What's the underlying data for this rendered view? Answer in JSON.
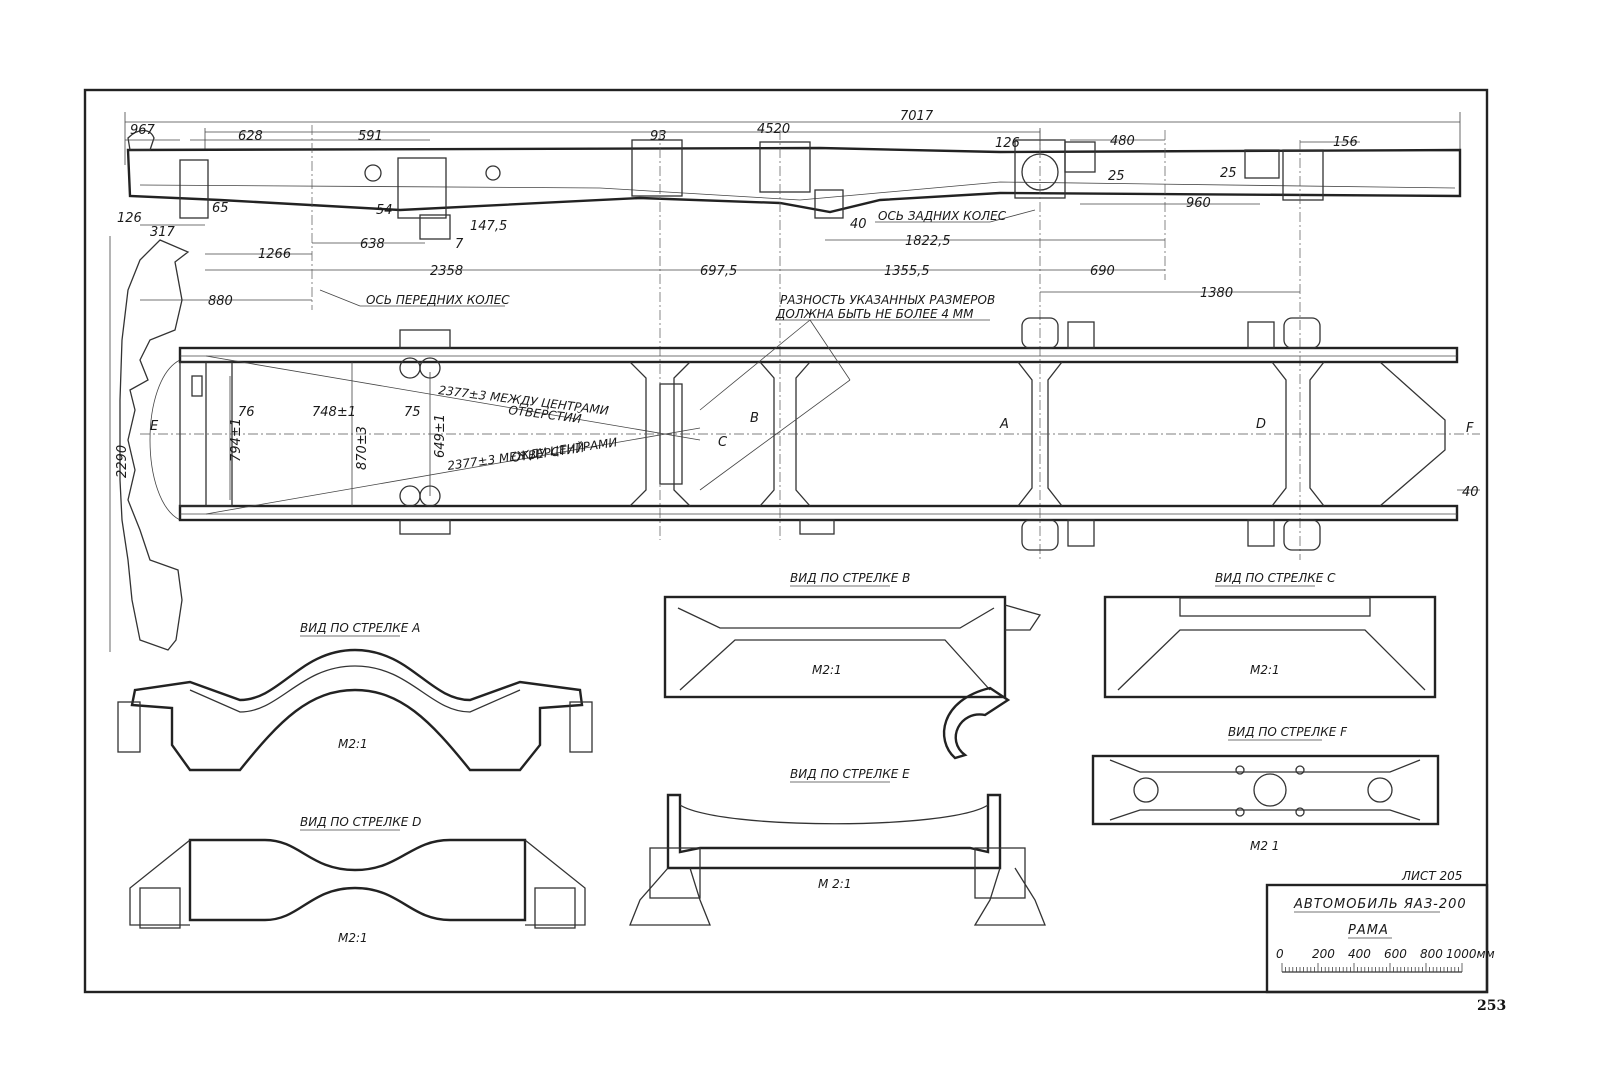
{
  "top_view": {
    "dims": [
      "7017",
      "967",
      "628",
      "591",
      "93",
      "4520",
      "126",
      "480",
      "156",
      "25",
      "25",
      "960",
      "126",
      "65",
      "54",
      "147,5",
      "317",
      "638",
      "7",
      "40",
      "1822,5",
      "1266",
      "2358",
      "697,5",
      "1355,5",
      "690",
      "880",
      "1380"
    ],
    "front_axle": "ОСЬ ПЕРЕДНИХ КОЛЕС",
    "rear_axle": "ОСЬ ЗАДНИХ КОЛЕС"
  },
  "plan_view": {
    "note_line1": "РАЗНОСТЬ УКАЗАННЫХ РАЗМЕРОВ",
    "note_line2": "ДОЛЖНА БЫТЬ НЕ БОЛЕЕ   4 ММ",
    "diag1": "2377±3  МЕЖДУ ЦЕНТРАМИ",
    "diag1b": "ОТВЕРСТИЙ",
    "diag2": "2377±3  МЕЖДУ ЦЕНТРАМИ",
    "diag2b": "ОТВЕРСТИЙ",
    "dims": [
      "2290",
      "76",
      "748±1",
      "75",
      "794±1",
      "870±3",
      "649±1",
      "40"
    ],
    "arrows": [
      "E",
      "B",
      "C",
      "A",
      "D",
      "F"
    ]
  },
  "views": {
    "a": {
      "title": "ВИД ПО СТРЕЛКЕ А",
      "scale": "М2:1"
    },
    "b": {
      "title": "ВИД ПО СТРЕЛКЕ В",
      "scale": "М2:1"
    },
    "c": {
      "title": "ВИД ПО СТРЕЛКЕ С",
      "scale": "М2:1"
    },
    "d": {
      "title": "ВИД ПО СТРЕЛКЕ D",
      "scale": "М2:1"
    },
    "e": {
      "title": "ВИД ПО СТРЕЛКЕ Е",
      "scale": "М 2:1"
    },
    "f": {
      "title": "ВИД ПО СТРЕЛКЕ F",
      "scale": "М2 1"
    }
  },
  "title_block": {
    "sheet": "ЛИСТ 205",
    "vehicle": "АВТОМОБИЛЬ ЯАЗ-200",
    "part": "РАМА",
    "scale_ticks": [
      "0",
      "200",
      "400",
      "600",
      "800",
      "1000мм"
    ]
  },
  "page_number": "253"
}
